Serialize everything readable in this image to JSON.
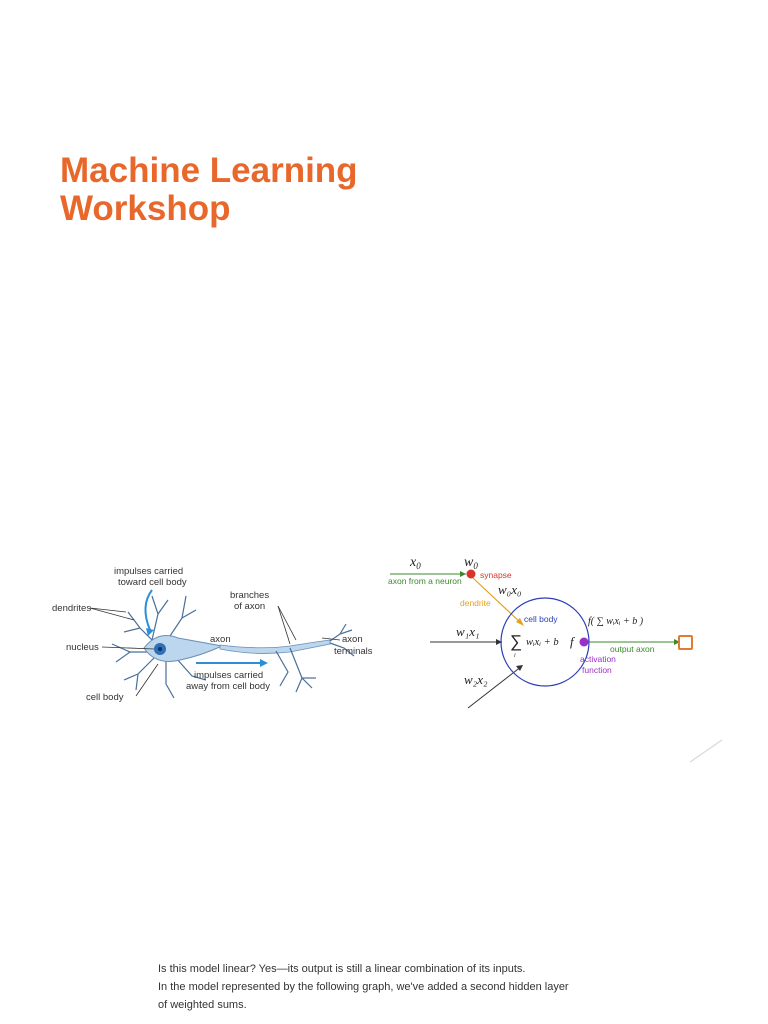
{
  "title": {
    "line1": "Machine Learning",
    "line2": "Workshop"
  },
  "neuron_figure": {
    "impulses_toward": [
      "impulses carried",
      "toward cell body"
    ],
    "branches": [
      "branches",
      "of axon"
    ],
    "dendrites": "dendrites",
    "nucleus": "nucleus",
    "axon": "axon",
    "axon_terminals": [
      "axon",
      "terminals"
    ],
    "impulses_away": [
      "impulses carried",
      "away from cell body"
    ],
    "cell_body": "cell body"
  },
  "model_figure": {
    "x0": "x",
    "x0_sub": "0",
    "w0": "w",
    "w0_sub": "0",
    "axon_from_neuron": "axon from a neuron",
    "synapse": "synapse",
    "w0x0": "w₀x₀",
    "dendrite": "dendrite",
    "cell_body": "cell body",
    "w1x1": "w₁x₁",
    "sum_expr": "wᵢxᵢ + b",
    "sum_symbol": "∑",
    "sum_index": "i",
    "f": "f",
    "activation_expr": "f( ∑ wᵢxᵢ + b )",
    "output_axon": "output axon",
    "activation_function": [
      "activation",
      "function"
    ],
    "w2x2": "w₂x₂"
  },
  "caption": [
    "Is this model linear? Yes—its output is still a linear combination of its inputs.",
    "In the model represented by the following graph, we've added a second hidden layer",
    "of weighted sums."
  ],
  "colors": {
    "title": "#e8672a",
    "synapse": "#d9342b",
    "dendrite": "#e6a020",
    "cell_body_label": "#2a3fb8",
    "output": "#3a8a2a",
    "activation": "#9b30c8",
    "checkbox": "#e07a35"
  }
}
